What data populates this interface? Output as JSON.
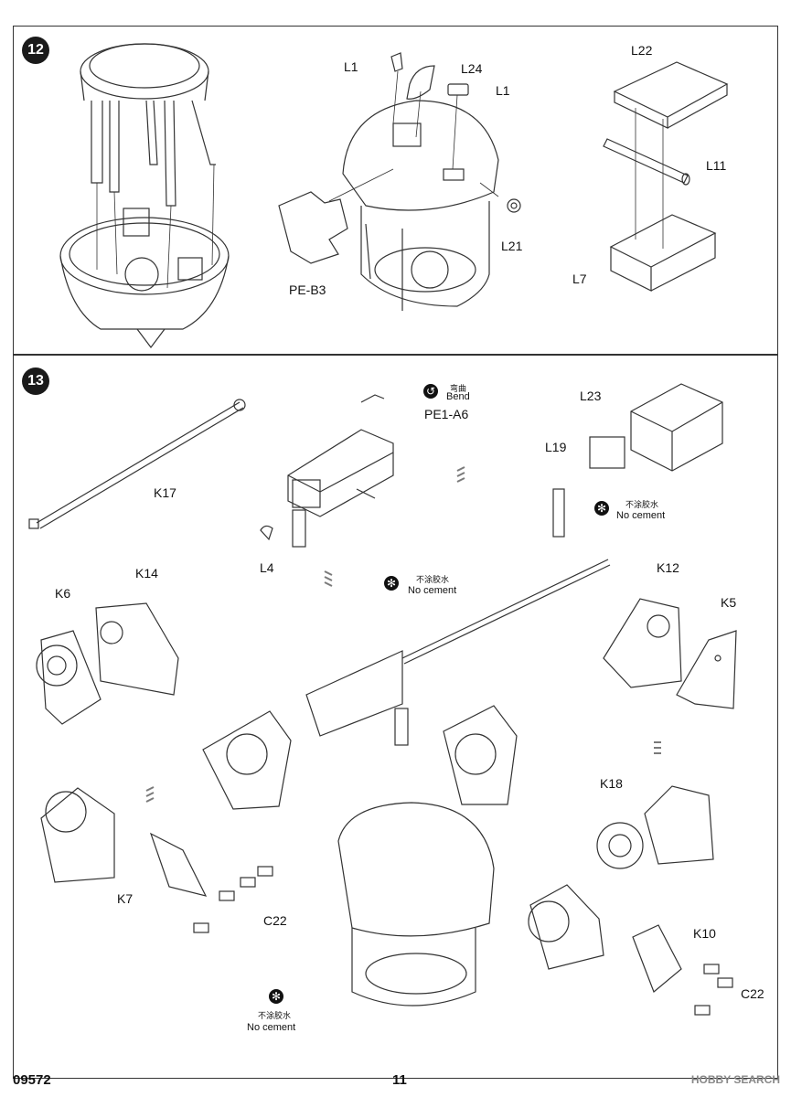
{
  "steps": [
    {
      "number": "12"
    },
    {
      "number": "13"
    }
  ],
  "step12": {
    "labels": [
      "L1",
      "L24",
      "L1",
      "L22",
      "L11",
      "L21",
      "L7",
      "PE-B3"
    ]
  },
  "step13": {
    "bend_cn": "弯曲",
    "bend_en": "Bend",
    "pe_part": "PE1-A6",
    "labels": [
      "L23",
      "L19",
      "K17",
      "L4",
      "K14",
      "K6",
      "K12",
      "K5",
      "K18",
      "K7",
      "C22",
      "K10",
      "C22"
    ],
    "no_cement_cn": "不涂胶水",
    "no_cement_en": "No cement"
  },
  "footer": {
    "code": "09572",
    "page": "11",
    "watermark": "HOBBY SEARCH"
  },
  "colors": {
    "ink": "#1a1a1a",
    "line": "#333333",
    "hatch": "#7a7a7a"
  }
}
